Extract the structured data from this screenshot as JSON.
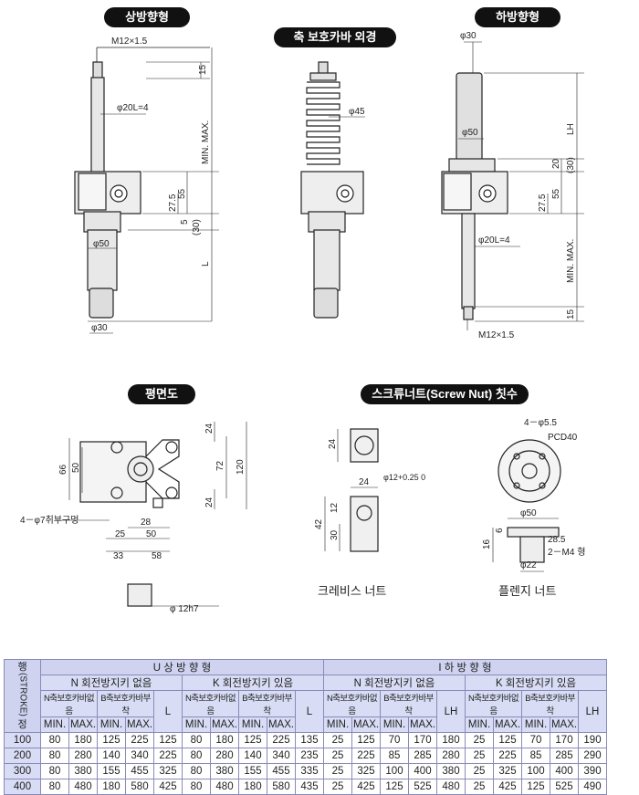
{
  "titles": {
    "upper": "상방향형",
    "cover": "축 보호카바 외경",
    "lower": "하방향형",
    "plan": "평면도",
    "screwnut": "스크류너트(Screw Nut) 칫수"
  },
  "upper_dims": {
    "m12": "M12×1.5",
    "d15": "15",
    "minmax": "MIN.    MAX.",
    "phi20": "φ20L=4",
    "d55": "55",
    "d275": "27.5",
    "d5": "5",
    "d30p": "(30)",
    "L": "L",
    "phi50": "φ50",
    "phi30": "φ30"
  },
  "cover_dims": {
    "phi45": "φ45"
  },
  "lower_dims": {
    "phi30": "φ30",
    "phi50": "φ50",
    "LH": "LH",
    "d20": "20",
    "d30p": "(30)",
    "d55": "55",
    "d275": "27.5",
    "phi20": "φ20L=4",
    "minmax": "MIN.   MAX.",
    "d15": "15",
    "m12": "M12×1.5"
  },
  "plan_dims": {
    "d24a": "24",
    "d120": "120",
    "d66": "66",
    "d50": "50",
    "d72": "72",
    "d24b": "24",
    "holes": "4－φ7취부구멍",
    "d28": "28",
    "d25": "25",
    "d50b": "50",
    "d33": "33",
    "d58": "58",
    "shaft": "φ 12h7"
  },
  "clevis_dims": {
    "d24a": "24",
    "d24b": "24",
    "tol": "φ12+0.25 0",
    "d12": "12",
    "d42": "42",
    "d30": "30",
    "label": "크레비스 너트"
  },
  "flange_dims": {
    "holes": "4－φ5.5",
    "pcd": "PCD40",
    "phi50": "φ50",
    "d6": "6",
    "d16": "16",
    "d285": "28.5",
    "m4": "2－M4 형",
    "phi22": "φ22",
    "label": "플렌지 너트"
  },
  "table": {
    "row_head_top": "행",
    "row_head_mid": "(STROKE)",
    "row_head_bot": "정",
    "u_group": "U    상    방    향    형",
    "i_group": "I    하    방    향    형",
    "n_key": "N 회전방지키 없음",
    "k_key": "K 회전방지키 있음",
    "n_cover": "N축보호카바없음",
    "b_cover": "B축보호카바부착",
    "min": "MIN.",
    "max": "MAX.",
    "L": "L",
    "LH": "LH",
    "rows": [
      [
        "100",
        "80",
        "180",
        "125",
        "225",
        "125",
        "80",
        "180",
        "125",
        "225",
        "135",
        "25",
        "125",
        "70",
        "170",
        "180",
        "25",
        "125",
        "70",
        "170",
        "190"
      ],
      [
        "200",
        "80",
        "280",
        "140",
        "340",
        "225",
        "80",
        "280",
        "140",
        "340",
        "235",
        "25",
        "225",
        "85",
        "285",
        "280",
        "25",
        "225",
        "85",
        "285",
        "290"
      ],
      [
        "300",
        "80",
        "380",
        "155",
        "455",
        "325",
        "80",
        "380",
        "155",
        "455",
        "335",
        "25",
        "325",
        "100",
        "400",
        "380",
        "25",
        "325",
        "100",
        "400",
        "390"
      ],
      [
        "400",
        "80",
        "480",
        "180",
        "580",
        "425",
        "80",
        "480",
        "180",
        "580",
        "435",
        "25",
        "425",
        "125",
        "525",
        "480",
        "25",
        "425",
        "125",
        "525",
        "490"
      ]
    ]
  }
}
